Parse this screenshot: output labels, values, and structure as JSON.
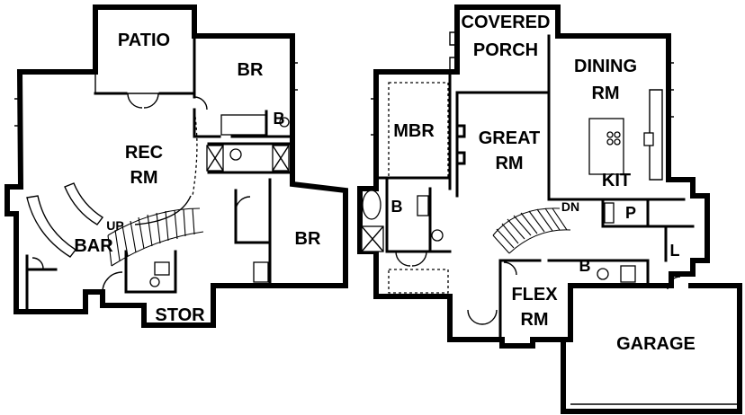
{
  "lower_level": {
    "patio": "PATIO",
    "bedroom_top": "BR",
    "bath": "B",
    "rec_line1": "REC",
    "rec_line2": "RM",
    "up": "UP",
    "bar": "BAR",
    "bedroom_right": "BR",
    "storage": "STOR"
  },
  "main_level": {
    "covered_line1": "COVERED",
    "covered_line2": "PORCH",
    "dining_line1": "DINING",
    "dining_line2": "RM",
    "mbr": "MBR",
    "great_line1": "GREAT",
    "great_line2": "RM",
    "kitchen": "KIT",
    "master_bath": "B",
    "down": "DN",
    "pantry": "P",
    "laundry": "L",
    "flex_line1": "FLEX",
    "flex_line2": "RM",
    "bath": "B",
    "garage": "GARAGE"
  }
}
